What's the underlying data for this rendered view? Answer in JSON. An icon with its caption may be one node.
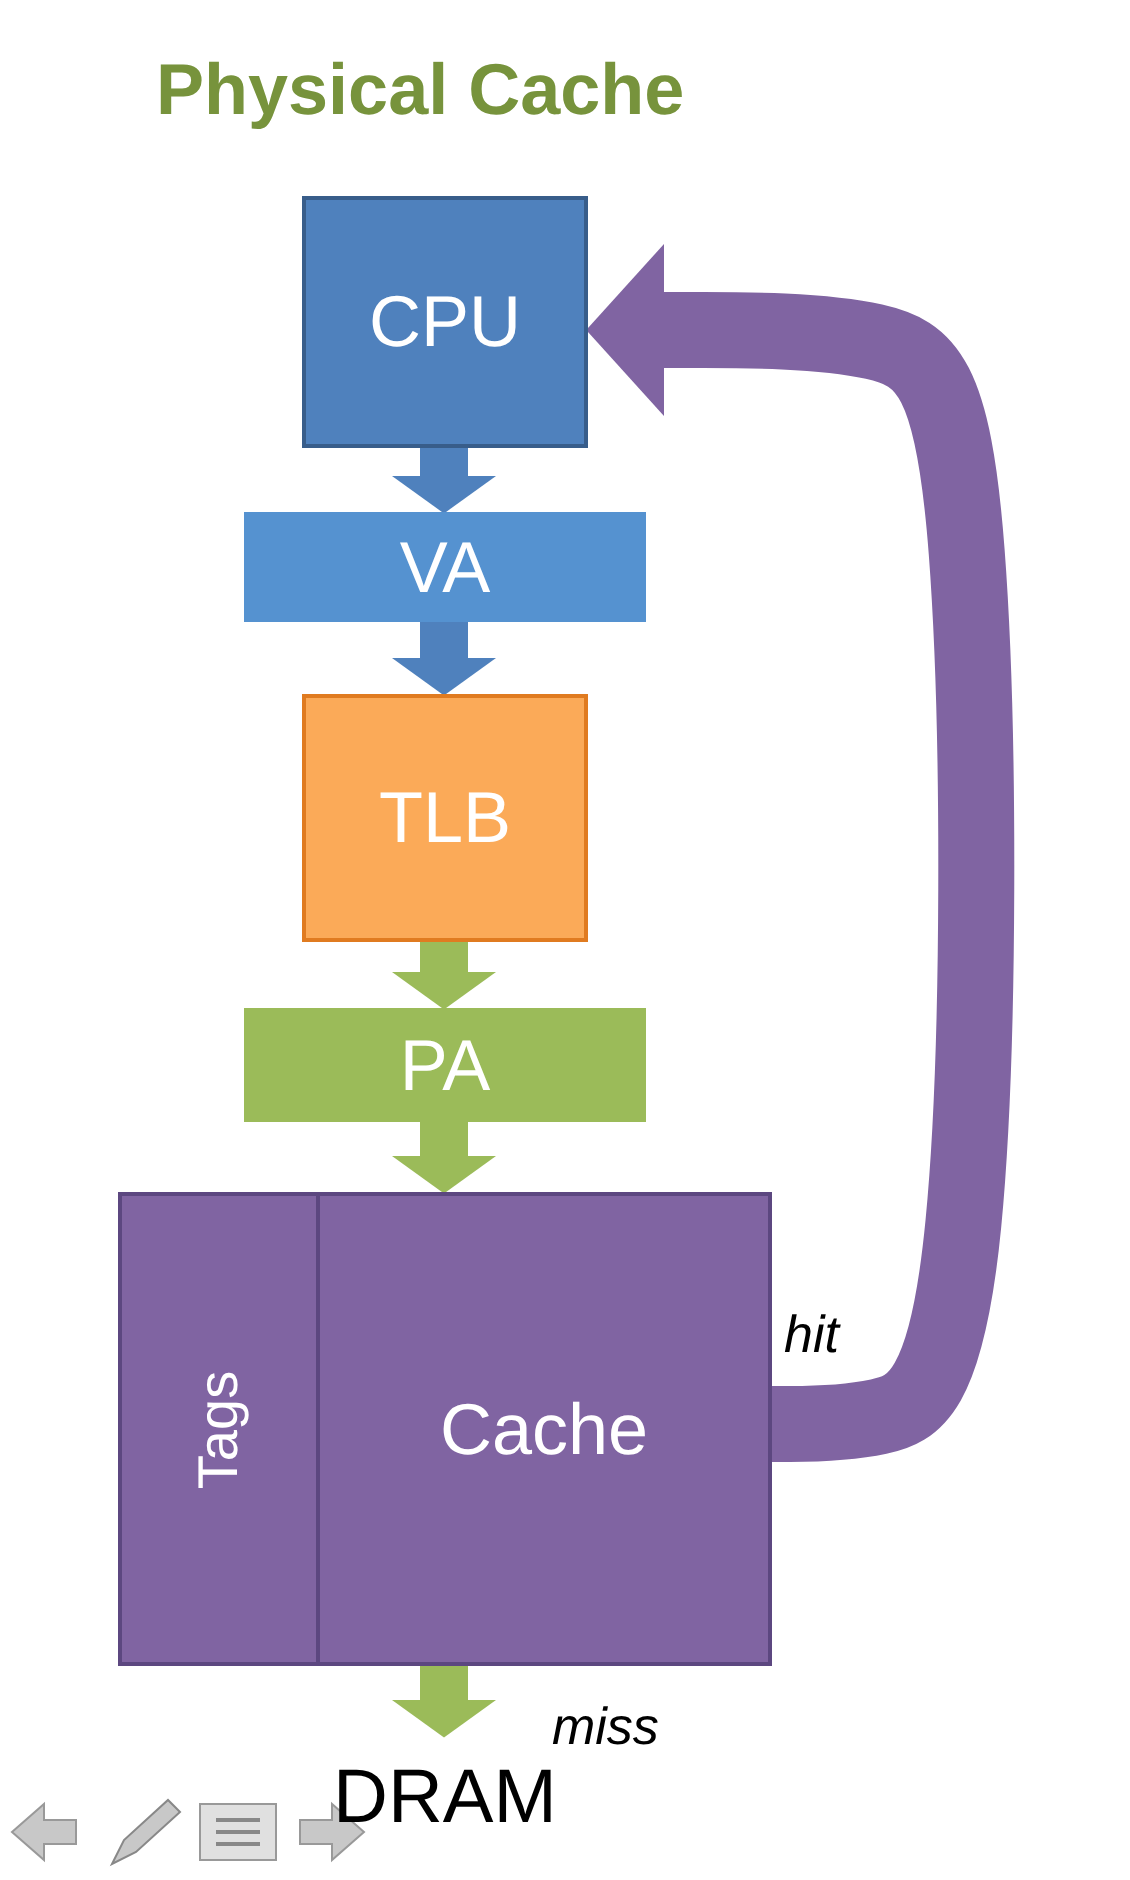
{
  "diagram": {
    "title": "Physical Cache",
    "nodes": [
      {
        "text": [
          "CPU"
        ]
      },
      {
        "text": [
          "VA"
        ]
      },
      {
        "text": [
          "TLB"
        ]
      },
      {
        "text": [
          "PA"
        ]
      },
      {
        "text": [
          "Cache"
        ]
      },
      {
        "text": [
          "Tags"
        ],
        "in": 4
      },
      {
        "text": [
          "DRAM"
        ]
      }
    ],
    "edges": [
      {
        "from": 0,
        "to": 1,
        "arrow": "to",
        "color": "#4f81bd"
      },
      {
        "from": 1,
        "to": 2,
        "arrow": "to",
        "color": "#4f81bd"
      },
      {
        "from": 2,
        "to": 3,
        "arrow": "to"
      },
      {
        "from": 3,
        "to": 4,
        "arrow": "to"
      },
      {
        "from": 4,
        "to": 0,
        "arrow": "to",
        "color": "#8064a2",
        "label": "hit"
      },
      {
        "from": 4,
        "to": 6,
        "arrow": "to",
        "label": "miss"
      }
    ]
  }
}
